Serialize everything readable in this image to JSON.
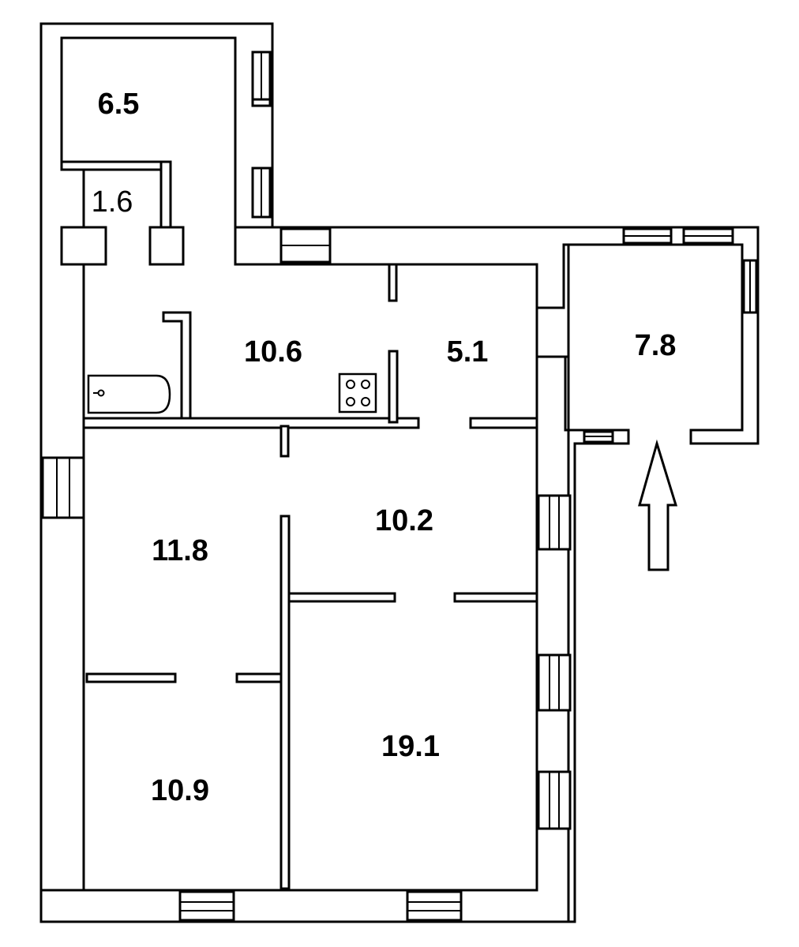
{
  "plan": {
    "rooms": [
      {
        "id": "r1",
        "area": "6.5"
      },
      {
        "id": "r2",
        "area": "1.6"
      },
      {
        "id": "r3",
        "area": "10.6"
      },
      {
        "id": "r4",
        "area": "5.1"
      },
      {
        "id": "r5",
        "area": "7.8"
      },
      {
        "id": "r6",
        "area": "11.8"
      },
      {
        "id": "r7",
        "area": "10.2"
      },
      {
        "id": "r8",
        "area": "19.1"
      },
      {
        "id": "r9",
        "area": "10.9"
      }
    ],
    "colors": {
      "line": "#000000",
      "background": "#ffffff"
    },
    "icons": [
      "entrance-arrow-icon",
      "bathtub-icon",
      "stove-icon"
    ]
  }
}
